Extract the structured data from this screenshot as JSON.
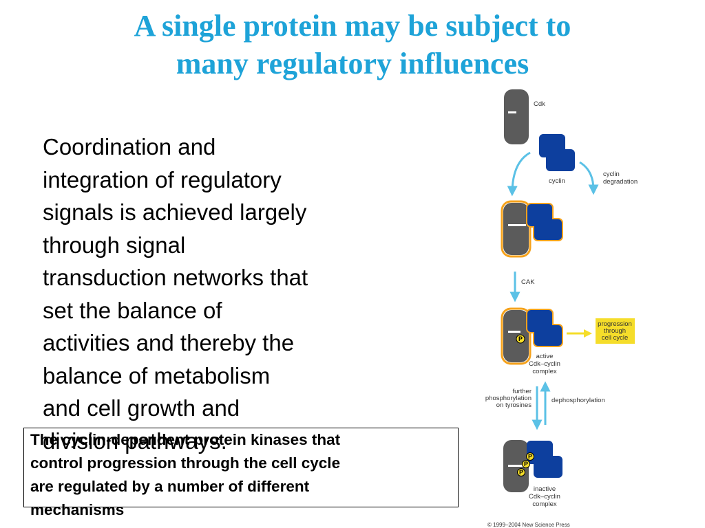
{
  "slide": {
    "title_lines": [
      "A single protein may be subject to",
      "many regulatory influences"
    ],
    "body_lines": [
      "Coordination and",
      "integration of regulatory",
      "signals is achieved largely",
      "through signal",
      "transduction networks that",
      "set the balance of",
      "activities and thereby the",
      "balance of metabolism",
      "and cell growth and",
      "division pathways."
    ],
    "caption_lines": [
      "The cyclin-dependent protein kinases that",
      "control progression through the cell cycle",
      "are regulated by a number of different",
      "mechanisms"
    ]
  },
  "diagram": {
    "labels": {
      "cdk": "Cdk",
      "cyclin": "cyclin",
      "cyclin_degradation_1": "cyclin",
      "cyclin_degradation_2": "degradation",
      "cak": "CAK",
      "progression_1": "progression",
      "progression_2": "through",
      "progression_3": "cell cycle",
      "active_1": "active",
      "active_2": "Cdk–cyclin",
      "active_3": "complex",
      "further_1": "further",
      "further_2": "phosphorylation",
      "further_3": "on tyrosines",
      "dephosphorylation": "dephosphorylation",
      "inactive_1": "inactive",
      "inactive_2": "Cdk–cyclin",
      "inactive_3": "complex",
      "phospho_p": "P",
      "copyright": "© 1999–2004 New Science Press"
    },
    "colors": {
      "cdk": "#5b5b5b",
      "cyclin": "#0d3f9e",
      "active_outline": "#f5a21c",
      "arrow": "#5bc1e6",
      "progression_arrow": "#f5dd2a",
      "progression_box": "#f5dd2a",
      "phosphate": "#f5dd2a",
      "title": "#1ea3d8"
    }
  }
}
